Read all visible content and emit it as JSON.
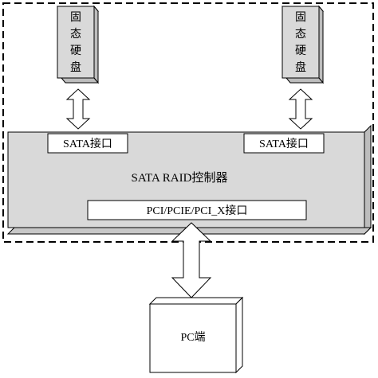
{
  "diagram": {
    "ssd_left": {
      "chars": [
        "固",
        "态",
        "硬",
        "盘"
      ]
    },
    "ssd_right": {
      "chars": [
        "固",
        "态",
        "硬",
        "盘"
      ]
    },
    "sata_port_left": "SATA接口",
    "sata_port_right": "SATA接口",
    "controller_label": "SATA RAID控制器",
    "bus_interface": "PCI/PCIE/PCI_X接口",
    "pc_label": "PC端"
  }
}
